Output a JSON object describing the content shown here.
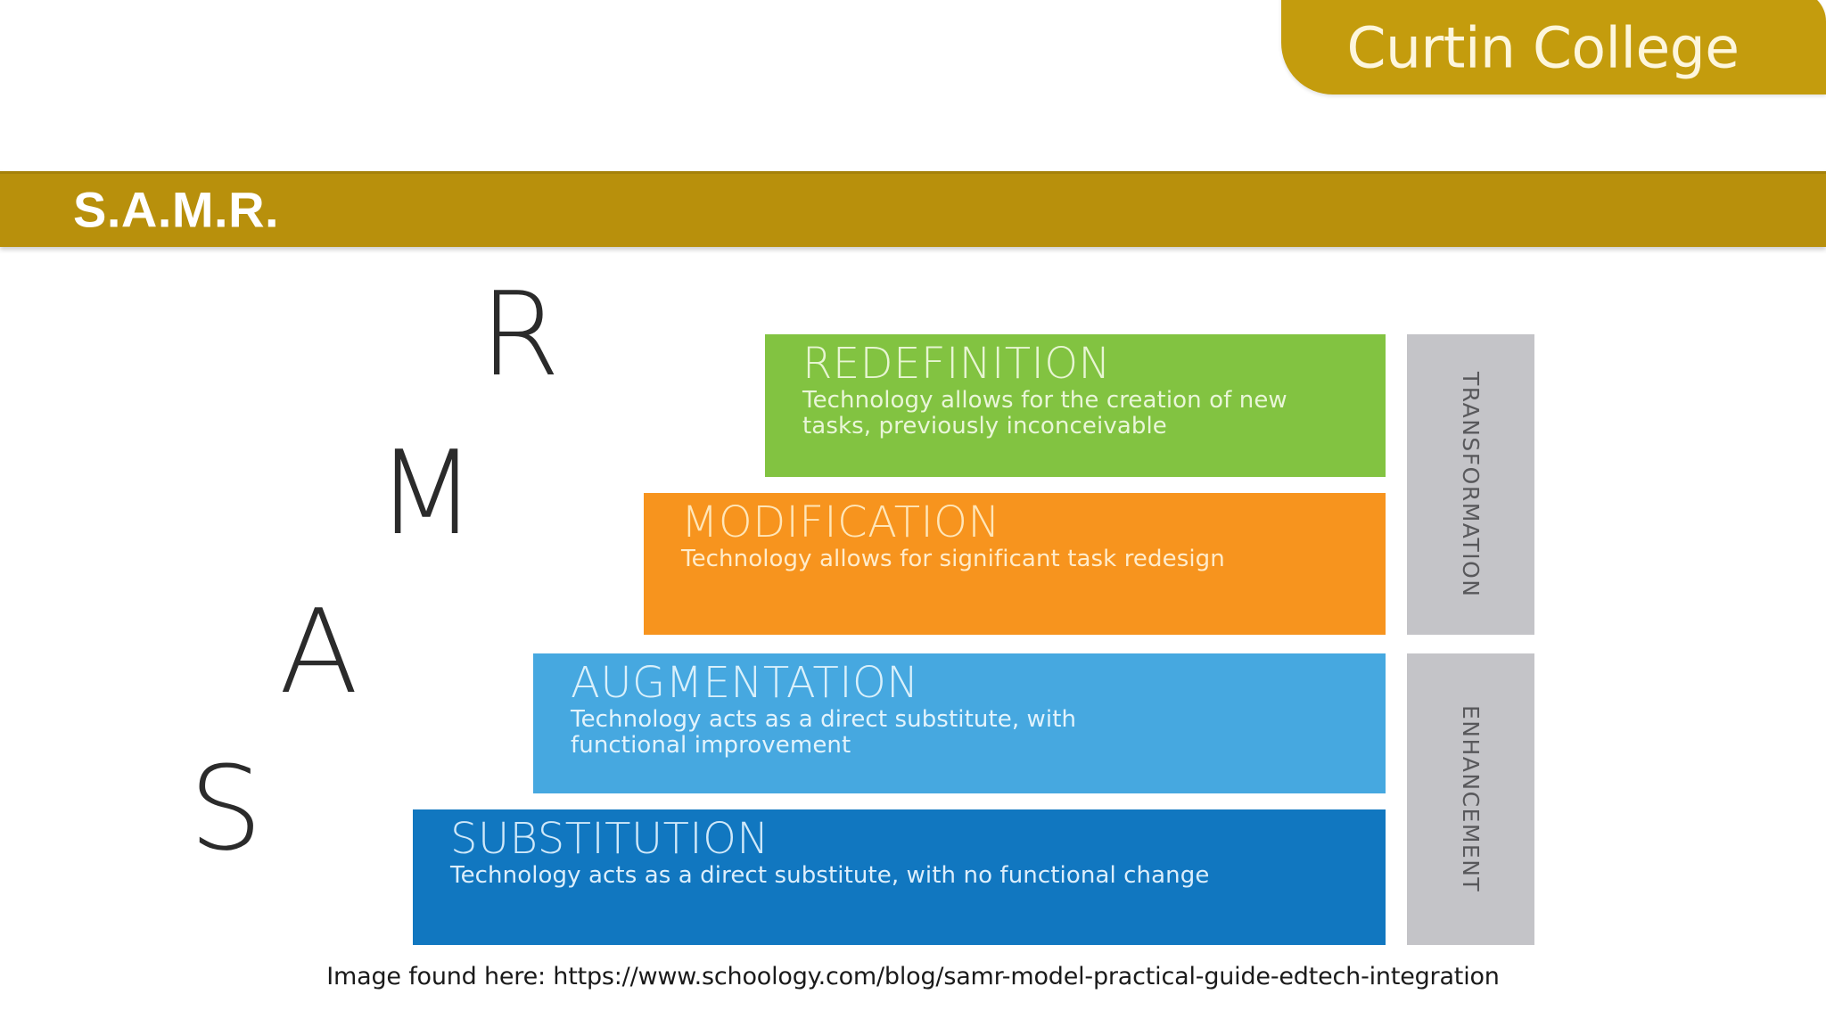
{
  "brand": {
    "name": "Curtin College",
    "logo_color": "#c49c0d"
  },
  "header": {
    "title": "S.A.M.R.",
    "band_color": "#b8900c",
    "title_color": "#ffffff"
  },
  "diagram": {
    "type": "samr-model",
    "letters": [
      {
        "letter": "R",
        "level": "redefinition"
      },
      {
        "letter": "M",
        "level": "modification"
      },
      {
        "letter": "A",
        "level": "augmentation"
      },
      {
        "letter": "S",
        "level": "substitution"
      }
    ],
    "levels": [
      {
        "key": "redefinition",
        "letter": "R",
        "title": "REDEFINITION",
        "description": "Technology allows for the creation of new tasks, previously inconceivable",
        "color": "#82c341",
        "category": "TRANSFORMATION"
      },
      {
        "key": "modification",
        "letter": "M",
        "title": "MODIFICATION",
        "description": "Technology allows for significant task redesign",
        "color": "#f7941e",
        "category": "TRANSFORMATION"
      },
      {
        "key": "augmentation",
        "letter": "A",
        "title": "AUGMENTATION",
        "description": "Technology acts as a direct substitute, with functional improvement",
        "color": "#46a8e0",
        "category": "ENHANCEMENT"
      },
      {
        "key": "substitution",
        "letter": "S",
        "title": "SUBSTITUTION",
        "description": "Technology acts as a direct substitute, with no functional change",
        "color": "#1177c0",
        "category": "ENHANCEMENT"
      }
    ],
    "categories": [
      {
        "key": "transformation",
        "label": "TRANSFORMATION",
        "color": "#c4c4c8"
      },
      {
        "key": "enhancement",
        "label": "ENHANCEMENT",
        "color": "#c4c4c8"
      }
    ],
    "caption": "Image found here: https://www.schoology.com/blog/samr-model-practical-guide-edtech-integration"
  }
}
